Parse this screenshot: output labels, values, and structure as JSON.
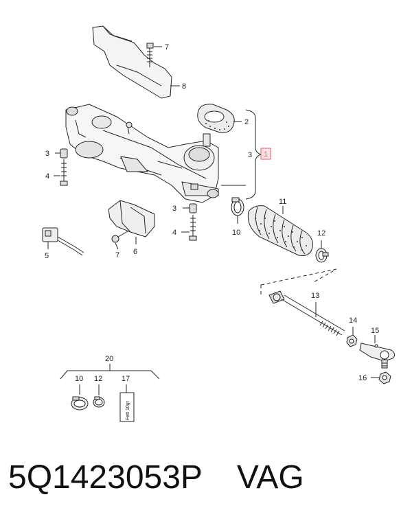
{
  "diagram": {
    "callouts": {
      "c1": "1",
      "c2": "2",
      "c3_bracket": "3",
      "c3_left": "3",
      "c3_mid": "3",
      "c4_left": "4",
      "c4_mid": "4",
      "c5": "5",
      "c6": "6",
      "c7_top": "7",
      "c7_low": "7",
      "c8": "8",
      "c10": "10",
      "c11": "11",
      "c12": "12",
      "c13": "13",
      "c14": "14",
      "c15": "15",
      "c16": "16",
      "kit_group": "20",
      "kit_10": "10",
      "kit_12": "12",
      "kit_17": "17"
    },
    "grease_label": "Fett 10gr",
    "highlight_color": "#e35c6a"
  },
  "caption": {
    "part_number": "5Q1423053P",
    "brand": "VAG"
  }
}
